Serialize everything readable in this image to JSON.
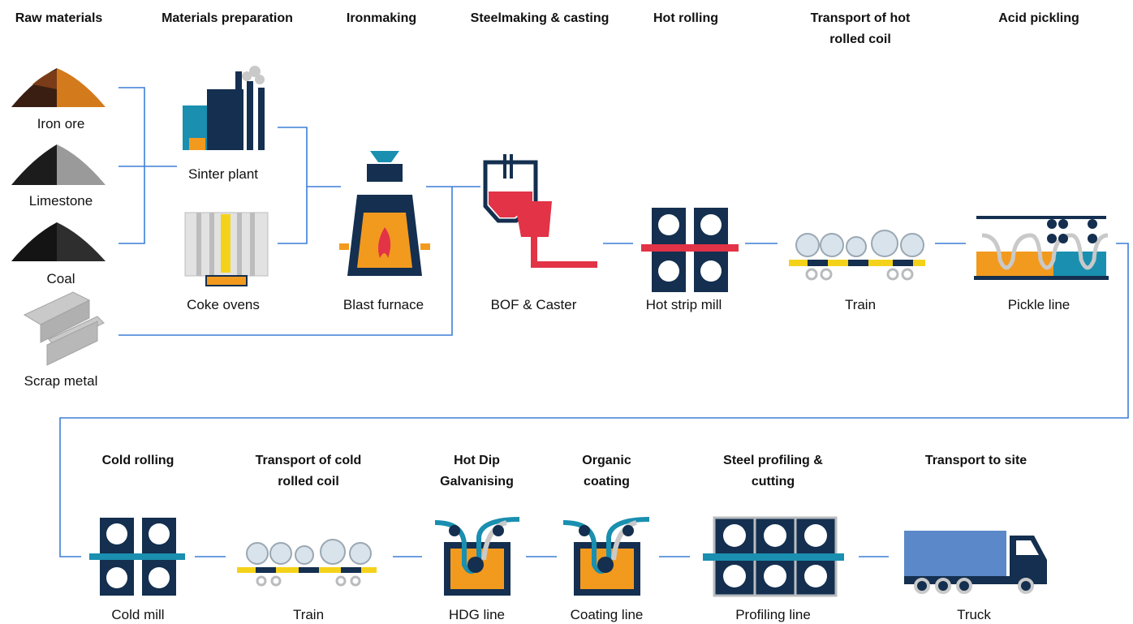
{
  "headers": {
    "raw_materials": "Raw materials",
    "materials_preparation": "Materials preparation",
    "ironmaking": "Ironmaking",
    "steelmaking_casting": "Steelmaking & casting",
    "hot_rolling": "Hot rolling",
    "transport_hot_coil": "Transport of hot rolled coil",
    "acid_pickling": "Acid pickling",
    "cold_rolling": "Cold rolling",
    "transport_cold_coil": "Transport of cold rolled coil",
    "hot_dip_galvanising": "Hot Dip Galvanising",
    "organic_coating": "Organic coating",
    "steel_profiling": "Steel profiling & cutting",
    "transport_to_site": "Transport to site"
  },
  "labels": {
    "iron_ore": "Iron ore",
    "limestone": "Limestone",
    "coal": "Coal",
    "scrap_metal": "Scrap metal",
    "sinter_plant": "Sinter plant",
    "coke_ovens": "Coke ovens",
    "blast_furnace": "Blast furnace",
    "bof_caster": "BOF & Caster",
    "hot_strip_mill": "Hot strip mill",
    "train_hot": "Train",
    "pickle_line": "Pickle line",
    "cold_mill": "Cold mill",
    "train_cold": "Train",
    "hdg_line": "HDG line",
    "coating_line": "Coating line",
    "profiling_line": "Profiling line",
    "truck": "Truck"
  },
  "colors": {
    "connector": "#3d7fd6",
    "navy": "#142f4f",
    "teal": "#1a8fb0",
    "red": "#e23347",
    "orange": "#f29a1e",
    "yellow": "#f5d21a",
    "grey": "#b9bcbf",
    "truck_blue": "#5a88c9"
  }
}
